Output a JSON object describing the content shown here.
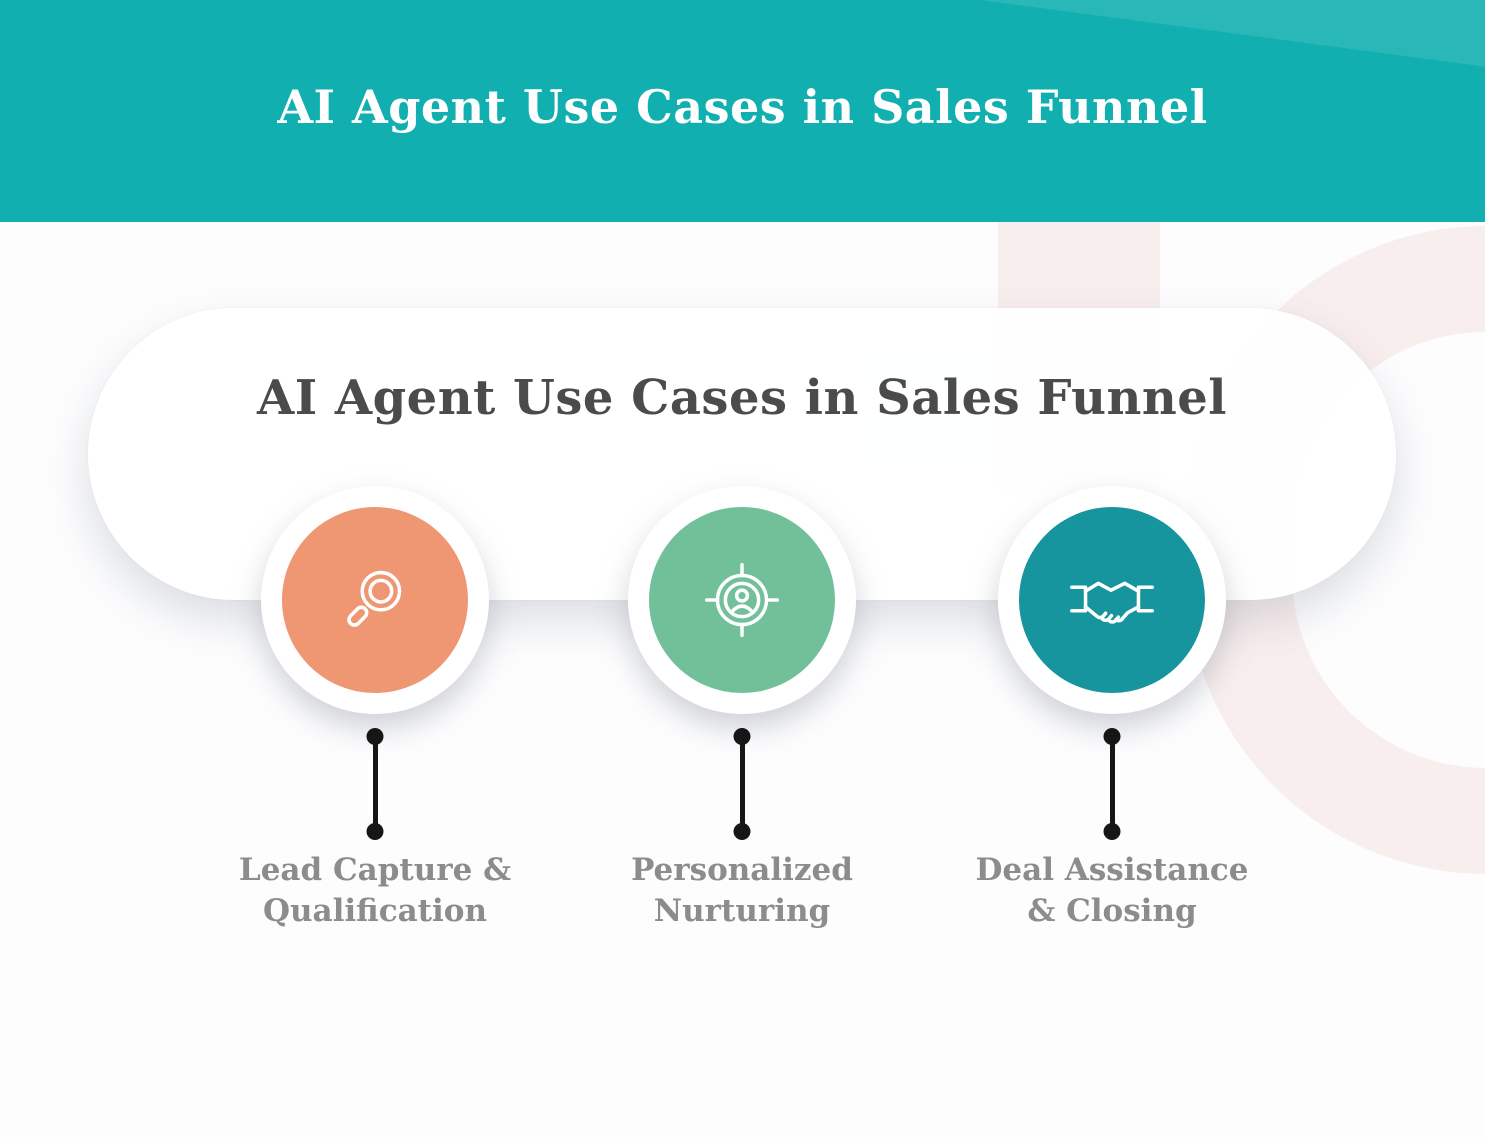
{
  "page": {
    "banner_title": "AI Agent Use Cases in Sales Funnel",
    "card_title": "AI Agent Use Cases in Sales Funnel"
  },
  "colors": {
    "banner_teal": "#12AFB0",
    "card_title_gray": "#4B4B4B",
    "label_gray": "#8C8C8C",
    "connector_black": "#161616",
    "deco_pink": "#F3CDC9"
  },
  "steps": [
    {
      "icon": "magnifier-icon",
      "color": "#EF9673",
      "lines": [
        "Lead Capture &",
        "Qualification"
      ]
    },
    {
      "icon": "target-user-icon",
      "color": "#72C09A",
      "lines": [
        "Personalized",
        "Nurturing"
      ]
    },
    {
      "icon": "handshake-icon",
      "color": "#17959F",
      "lines": [
        "Deal Assistance",
        "& Closing"
      ]
    }
  ]
}
